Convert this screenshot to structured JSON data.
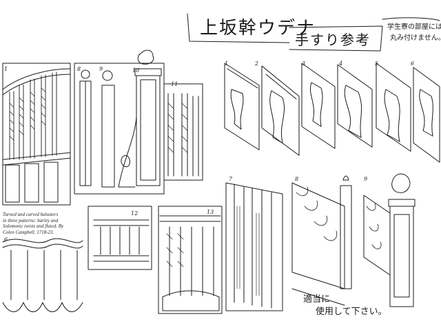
{
  "header": {
    "title": "上坂幹ウデナ",
    "subtitle": "手すり参考",
    "side_note_line1": "学生寮の部屋には",
    "side_note_line2": "丸み付けません。"
  },
  "caption": {
    "line1": "Turned and carved balusters",
    "line2": "in three patterns: barley and",
    "line3": "Solomonic twists and fluted. By",
    "line4": "Colen Campbell, 1718-23."
  },
  "footer_note": {
    "line1": "適当に",
    "line2": "使用して下さい。"
  },
  "figure_numbers": {
    "n1": "1",
    "n8": "8",
    "n9": "9",
    "n10": "10",
    "n11": "11",
    "r1": "1",
    "r2": "2",
    "r3": "3",
    "r4": "4",
    "r5": "5",
    "r6": "6",
    "r7": "7",
    "r8": "8",
    "r9": "9",
    "n12": "12",
    "n13": "13",
    "n6": "6"
  }
}
